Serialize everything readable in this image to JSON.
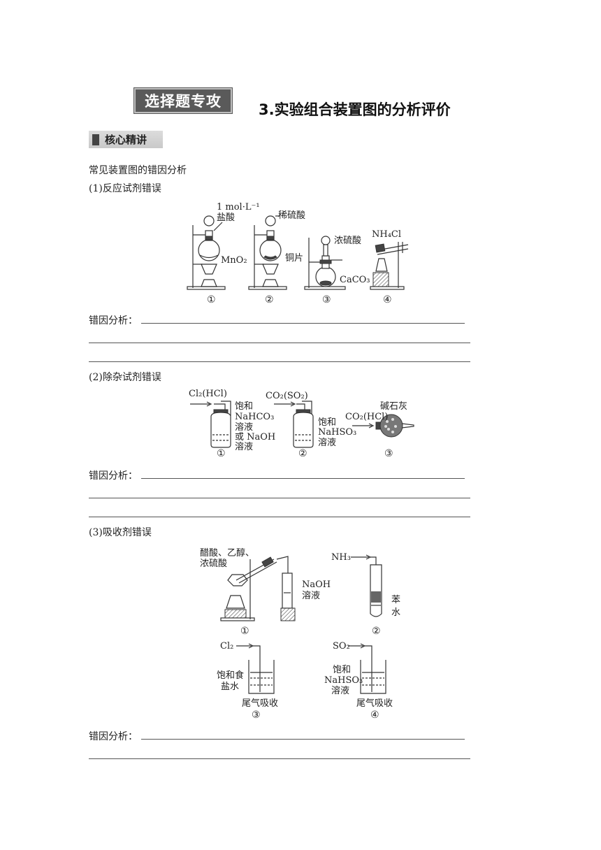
{
  "header": {
    "badge": "选择题专攻",
    "title": "3.实验组合装置图的分析评价"
  },
  "section": {
    "label": "核心精讲"
  },
  "intro": "常见装置图的错因分析",
  "parts": [
    {
      "heading": "(1)反应试剂错误",
      "labels": {
        "a1": "1 mol·L⁻¹",
        "a2": "盐酸",
        "a3": "MnO₂",
        "b1": "稀硫酸",
        "b2": "铜片",
        "c1": "浓硫酸",
        "c2": "CaCO₃",
        "d1": "NH₄Cl"
      },
      "nums": [
        "①",
        "②",
        "③",
        "④"
      ]
    },
    {
      "heading": "(2)除杂试剂错误",
      "labels": {
        "a1": "Cl₂(HCl)",
        "a2": "饱和",
        "a3": "NaHCO₃",
        "a4": "溶液",
        "a5": "或 NaOH",
        "a6": "溶液",
        "b1": "CO₂(SO₂)",
        "b2": "饱和",
        "b3": "NaHSO₃",
        "b4": "溶液",
        "c1": "碱石灰",
        "c2": "CO₂(HCl)"
      },
      "nums": [
        "①",
        "②",
        "③"
      ]
    },
    {
      "heading": "(3)吸收剂错误",
      "labels": {
        "a1": "醋酸、乙醇、",
        "a2": "浓硫酸",
        "a3": "NaOH",
        "a4": "溶液",
        "b1": "NH₃",
        "b2": "苯",
        "b3": "水",
        "c1": "Cl₂",
        "c2": "饱和食",
        "c3": "盐水",
        "c4": "尾气吸收",
        "d1": "SO₂",
        "d2": "饱和",
        "d3": "NaHSO₃",
        "d4": "溶液",
        "d5": "尾气吸收"
      },
      "nums": [
        "①",
        "②",
        "③",
        "④"
      ]
    }
  ],
  "answer_label": "错因分析："
}
